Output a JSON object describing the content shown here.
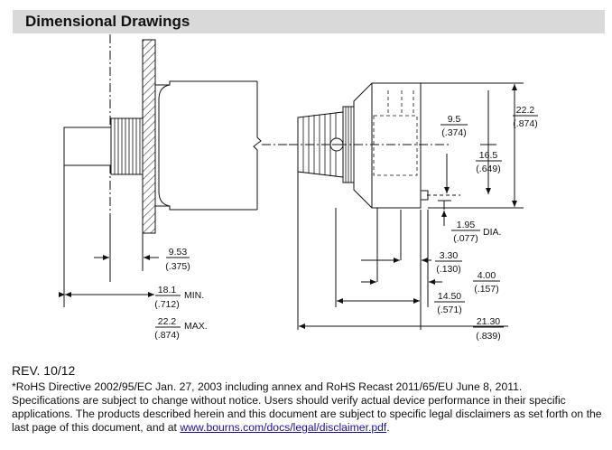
{
  "header": {
    "title": "Dimensional Drawings"
  },
  "dimensions": {
    "shaft_len_mm": "9.53",
    "shaft_len_in": "(.375)",
    "min_len_mm": "18.1",
    "min_len_in": "(.712)",
    "min_label": "MIN.",
    "max_len_mm": "22.2",
    "max_len_in": "(.874)",
    "max_label": "MAX.",
    "body_dia_mm": "22.2",
    "body_dia_in": "(.874)",
    "knob_mm": "9.5",
    "knob_in": "(.374)",
    "offset_mm": "16.5",
    "offset_in": "(.649)",
    "pin_mm": "1.95",
    "pin_in": "(.077)",
    "pin_label": "DIA.",
    "d330_mm": "3.30",
    "d330_in": "(.130)",
    "d400_mm": "4.00",
    "d400_in": "(.157)",
    "d1450_mm": "14.50",
    "d1450_in": "(.571)",
    "d2130_mm": "21.30",
    "d2130_in": "(.839)"
  },
  "footer": {
    "rev": "REV. 10/12",
    "rohs": "*RoHS Directive 2002/95/EC Jan. 27, 2003 including annex and RoHS Recast 2011/65/EU June 8, 2011.",
    "spec_1": "Specifications are subject to change without notice. Users should verify actual device performance in their specific",
    "spec_2": "applications. The products described herein and this document are subject to specific legal disclaimers as set forth on the",
    "spec_3_prefix": "last page of this document, and at ",
    "link": "www.bourns.com/docs/legal/disclaimer.pdf",
    "spec_3_suffix": "."
  }
}
